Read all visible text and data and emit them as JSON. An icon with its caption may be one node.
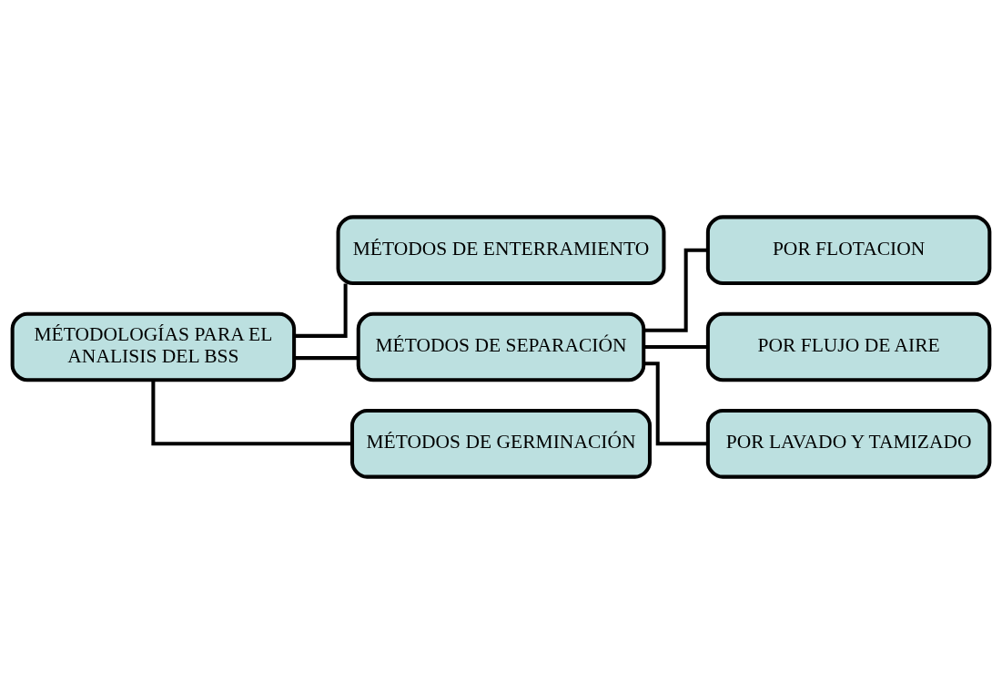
{
  "diagram": {
    "nodes": [
      {
        "text": [
          "MÉTODOLOGÍAS PARA EL ANALISIS DEL BSS"
        ]
      },
      {
        "text": [
          "MÉTODOS DE ENTERRAMIENTO"
        ]
      },
      {
        "text": [
          "MÉTODOS DE SEPARACIÓN"
        ]
      },
      {
        "text": [
          "POR FLOTACION"
        ]
      },
      {
        "text": [
          "POR FLUJO DE AIRE"
        ]
      },
      {
        "text": [
          "POR LAVADO Y TAMIZADO"
        ]
      },
      {
        "text": [
          "MÉTODOS DE GERMINACIÓN"
        ]
      }
    ],
    "edges": [
      {
        "from": 0,
        "to": 1,
        "arrow": "none"
      },
      {
        "from": 0,
        "to": 2,
        "arrow": "none"
      },
      {
        "from": 2,
        "to": 3,
        "arrow": "none"
      },
      {
        "from": 2,
        "to": 4,
        "arrow": "none"
      },
      {
        "from": 2,
        "to": 5,
        "arrow": "none"
      },
      {
        "from": 0,
        "to": 6,
        "arrow": "none"
      }
    ]
  }
}
